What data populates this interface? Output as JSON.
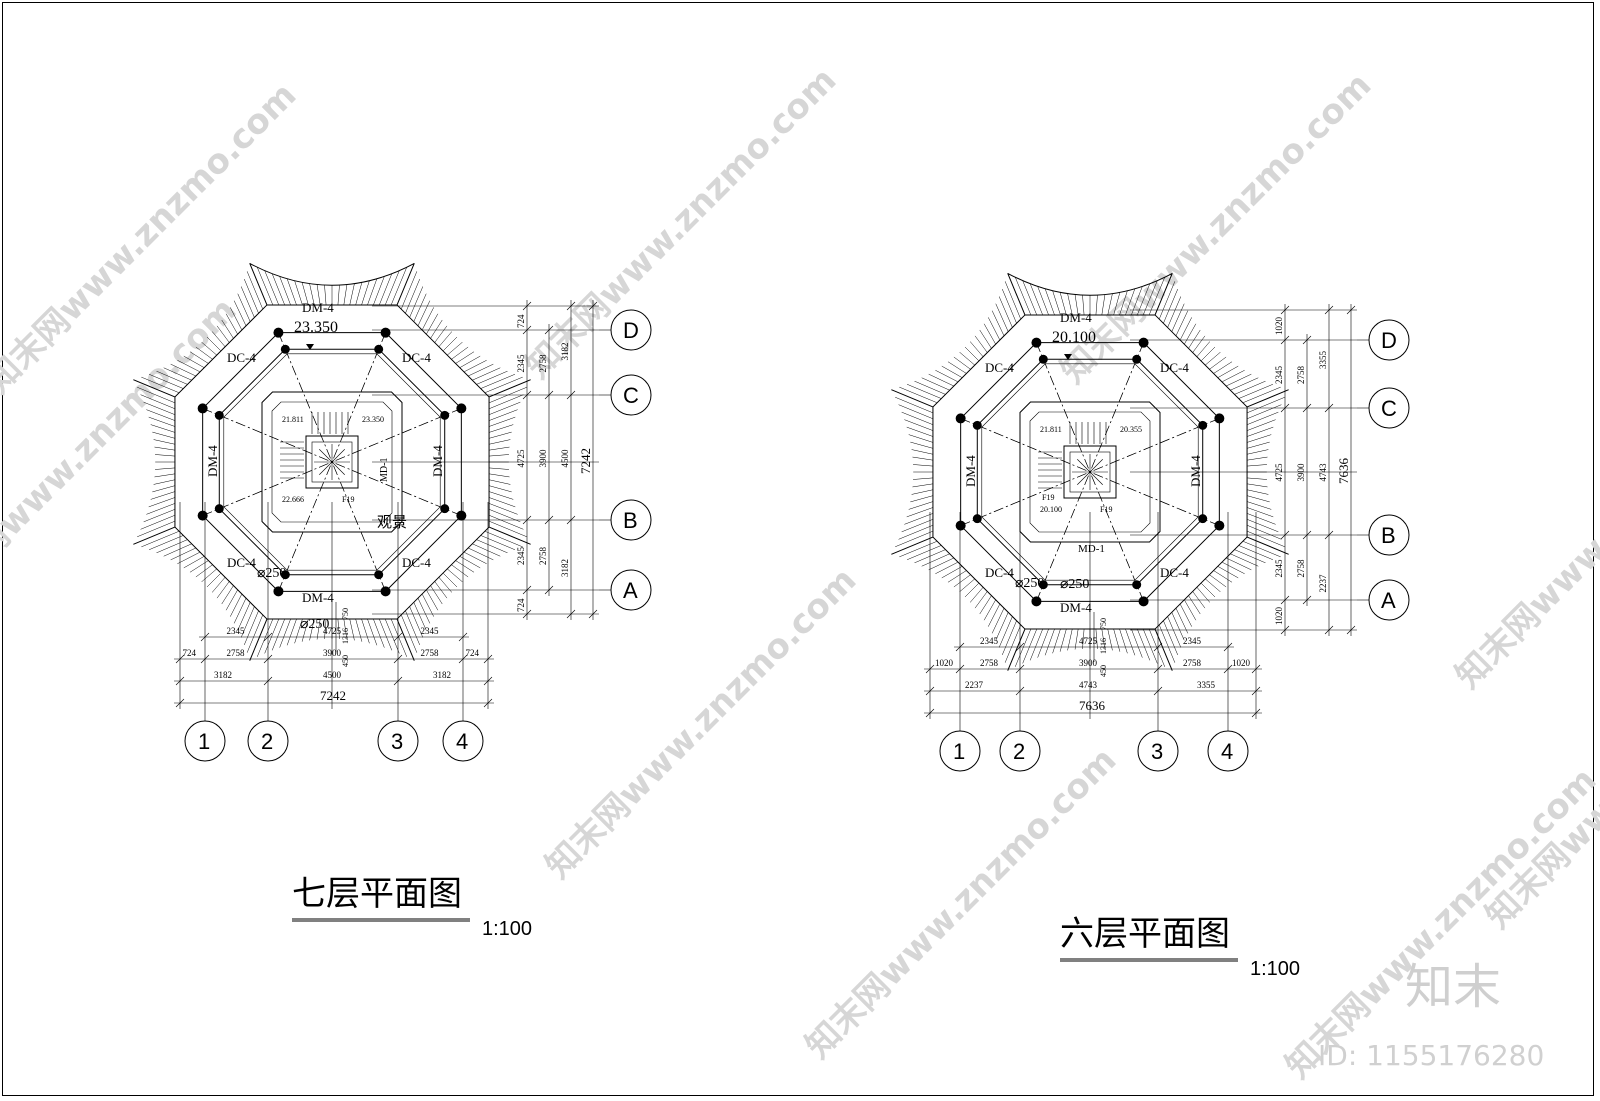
{
  "plans": [
    {
      "title": "七层平面图",
      "scale": "1:100",
      "level": "23.350",
      "stair_levels": [
        "21.811",
        "23.350",
        "22.666"
      ],
      "room_label": "观景",
      "stair_label": "F19",
      "door_labels": [
        "DM-4",
        "DM-4",
        "DM-4",
        "DM-4",
        "MD-1"
      ],
      "window_labels": [
        "DC-4",
        "DC-4",
        "DC-4",
        "DC-4"
      ],
      "column_dims": [
        "⌀250",
        "⌀250"
      ],
      "dims_bottom_row1": [
        "2345",
        "4725",
        "2345"
      ],
      "dims_bottom_row2": [
        "724",
        "2758",
        "3900",
        "2758",
        "724"
      ],
      "dims_bottom_row3": [
        "3182",
        "4500",
        "3182"
      ],
      "dims_bottom_total": "7242",
      "dims_right_row1": [
        "724",
        "2345",
        "4725",
        "2345",
        "724"
      ],
      "dims_right_row2": [
        "2758",
        "3900",
        "2758"
      ],
      "dims_right_row3": [
        "3182",
        "4500",
        "3182"
      ],
      "dims_right_total": "7242",
      "dims_stair": [
        "750",
        "1316",
        "450"
      ],
      "axes_h": [
        "1",
        "2",
        "3",
        "4"
      ],
      "axes_v": [
        "D",
        "C",
        "B",
        "A"
      ]
    },
    {
      "title": "六层平面图",
      "scale": "1:100",
      "level": "20.100",
      "stair_levels": [
        "21.811",
        "20.355",
        "20.100"
      ],
      "stair_label": "F19",
      "stair_label2": "F19",
      "door_labels": [
        "DM-4",
        "DM-4",
        "DM-4",
        "DM-4",
        "MD-1"
      ],
      "window_labels": [
        "DC-4",
        "DC-4",
        "DC-4",
        "DC-4"
      ],
      "column_dims": [
        "⌀250",
        "⌀250"
      ],
      "dims_bottom_row1": [
        "2345",
        "4725",
        "2345"
      ],
      "dims_bottom_row2": [
        "1020",
        "2758",
        "3900",
        "2758",
        "1020"
      ],
      "dims_bottom_row3": [
        "2237",
        "4743",
        "3355"
      ],
      "dims_bottom_total": "7636",
      "dims_right_row1": [
        "1020",
        "2345",
        "4725",
        "2345",
        "1020"
      ],
      "dims_right_row2": [
        "2758",
        "3900",
        "2758"
      ],
      "dims_right_row3": [
        "3355",
        "4743",
        "2237"
      ],
      "dims_right_total": "7636",
      "dims_stair": [
        "750",
        "1316",
        "450"
      ],
      "axes_h": [
        "1",
        "2",
        "3",
        "4"
      ],
      "axes_v": [
        "D",
        "C",
        "B",
        "A"
      ]
    }
  ],
  "watermark": {
    "text": "知末网www.znzmo.com",
    "logo_text": "知末",
    "id_text": "ID: 1155176280"
  }
}
